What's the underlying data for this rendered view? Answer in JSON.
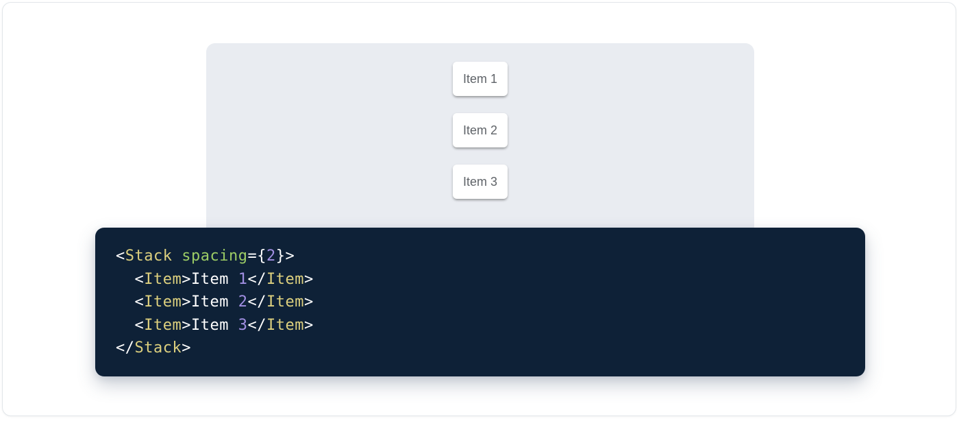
{
  "page": {
    "background": "#ffffff",
    "border_color": "#e2e6ea"
  },
  "demo_panel": {
    "background": "#e9ecf1",
    "item_card_background": "#ffffff",
    "item_text_color": "#5f6368",
    "items": [
      {
        "label": "Item 1"
      },
      {
        "label": "Item 2"
      },
      {
        "label": "Item 3"
      }
    ]
  },
  "code_block": {
    "background": "#0e2137",
    "token_colors": {
      "punctuation": "#ffffff",
      "tag": "#ddd07e",
      "attr_name": "#9ccc65",
      "number": "#a18fe3",
      "text": "#ffffff"
    },
    "lines": [
      [
        {
          "text": "<",
          "type": "punctuation"
        },
        {
          "text": "Stack",
          "type": "tag"
        },
        {
          "text": " ",
          "type": "text"
        },
        {
          "text": "spacing",
          "type": "attr_name"
        },
        {
          "text": "=",
          "type": "punctuation"
        },
        {
          "text": "{",
          "type": "punctuation"
        },
        {
          "text": "2",
          "type": "number"
        },
        {
          "text": "}",
          "type": "punctuation"
        },
        {
          "text": ">",
          "type": "punctuation"
        }
      ],
      [
        {
          "text": "  ",
          "type": "text"
        },
        {
          "text": "<",
          "type": "punctuation"
        },
        {
          "text": "Item",
          "type": "tag"
        },
        {
          "text": ">",
          "type": "punctuation"
        },
        {
          "text": "Item ",
          "type": "text"
        },
        {
          "text": "1",
          "type": "number"
        },
        {
          "text": "</",
          "type": "punctuation"
        },
        {
          "text": "Item",
          "type": "tag"
        },
        {
          "text": ">",
          "type": "punctuation"
        }
      ],
      [
        {
          "text": "  ",
          "type": "text"
        },
        {
          "text": "<",
          "type": "punctuation"
        },
        {
          "text": "Item",
          "type": "tag"
        },
        {
          "text": ">",
          "type": "punctuation"
        },
        {
          "text": "Item ",
          "type": "text"
        },
        {
          "text": "2",
          "type": "number"
        },
        {
          "text": "</",
          "type": "punctuation"
        },
        {
          "text": "Item",
          "type": "tag"
        },
        {
          "text": ">",
          "type": "punctuation"
        }
      ],
      [
        {
          "text": "  ",
          "type": "text"
        },
        {
          "text": "<",
          "type": "punctuation"
        },
        {
          "text": "Item",
          "type": "tag"
        },
        {
          "text": ">",
          "type": "punctuation"
        },
        {
          "text": "Item ",
          "type": "text"
        },
        {
          "text": "3",
          "type": "number"
        },
        {
          "text": "</",
          "type": "punctuation"
        },
        {
          "text": "Item",
          "type": "tag"
        },
        {
          "text": ">",
          "type": "punctuation"
        }
      ],
      [
        {
          "text": "</",
          "type": "punctuation"
        },
        {
          "text": "Stack",
          "type": "tag"
        },
        {
          "text": ">",
          "type": "punctuation"
        }
      ]
    ]
  }
}
